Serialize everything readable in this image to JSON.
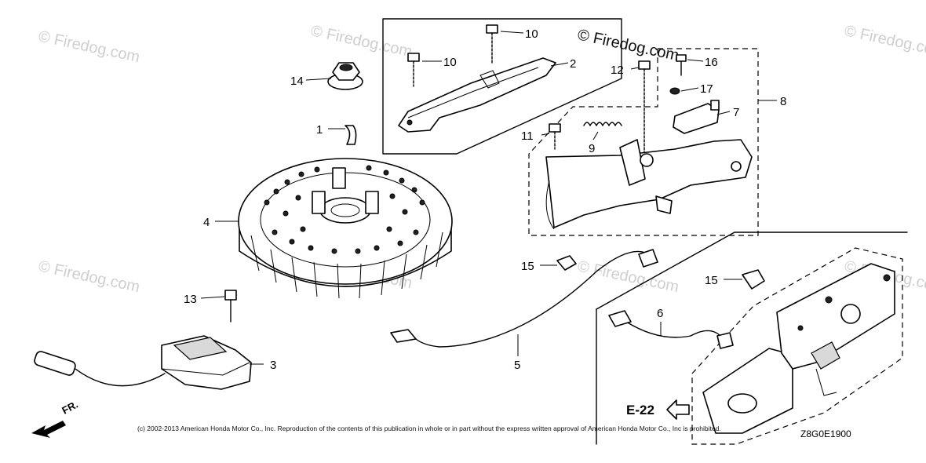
{
  "watermarks": {
    "main": "© Firedog.com",
    "faint_1": "© Firedog.com",
    "faint_2": "© Firedog.com",
    "faint_3": "© Firedog.com",
    "faint_4": "© Firedog.com",
    "faint_5": "© Firedog.com",
    "faint_6": "© Firedog.com",
    "faint_7": "© Firedog.com"
  },
  "callouts": {
    "c1": "1",
    "c2": "2",
    "c3": "3",
    "c4": "4",
    "c5": "5",
    "c6": "6",
    "c7": "7",
    "c8": "8",
    "c9": "9",
    "c10a": "10",
    "c10b": "10",
    "c11": "11",
    "c12": "12",
    "c13": "13",
    "c14": "14",
    "c15a": "15",
    "c15b": "15",
    "c16": "16",
    "c17": "17"
  },
  "reference": {
    "label": "E-22"
  },
  "direction": {
    "label": "FR."
  },
  "copyright": "(c) 2002-2013 American Honda Motor Co., Inc. Reproduction of the contents of this publication in whole or in part without the express written approval of American Honda Motor Co., Inc is prohibited.",
  "diagram_code": "Z8G0E1900"
}
